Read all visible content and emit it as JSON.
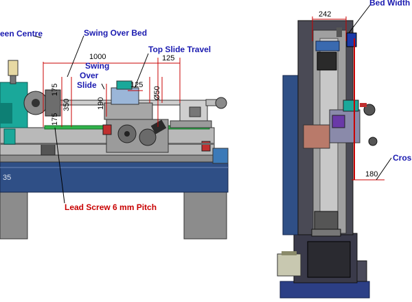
{
  "labels": {
    "between_centre": "een Centre",
    "swing_over_bed": "Swing Over Bed",
    "top_slide_travel": "Top Slide Travel",
    "swing_over_slide_1": "Swing",
    "swing_over_slide_2": "Over",
    "swing_over_slide_3": "Slide",
    "lead_screw": "Lead Screw 6 mm Pitch",
    "bed_width": "Bed Width",
    "cross": "Cros",
    "plate": "35"
  },
  "dimensions": {
    "length_1000": "1000",
    "d125_right": "125",
    "d125_slide": "125",
    "d175_top": "175",
    "d350": "350",
    "d175_bottom": "175",
    "d190": "190",
    "d50": "Ø50",
    "d242": "242",
    "d180": "180"
  },
  "colors": {
    "callout_blue": "#1a1ab0",
    "callout_red": "#c80000",
    "bed_blue": "#2f4f86",
    "machine_green": "#1aa89a",
    "machine_gray": "#9a9a9a"
  }
}
